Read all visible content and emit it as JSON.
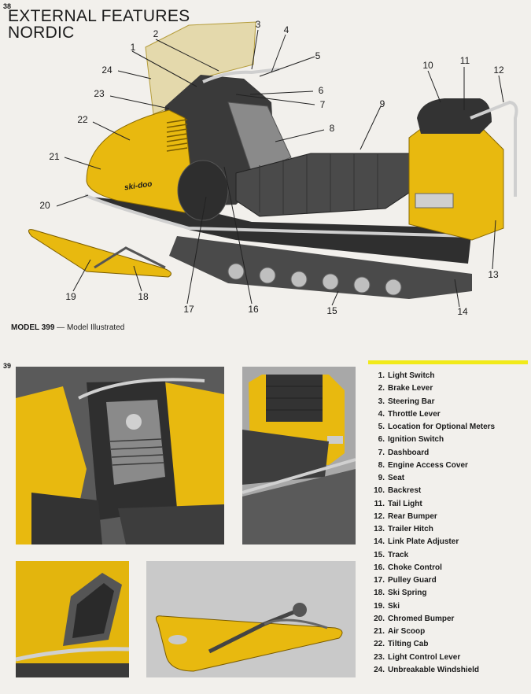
{
  "page_numbers": {
    "top": "38",
    "bottom": "39"
  },
  "title_lines": [
    "EXTERNAL FEATURES",
    "NORDIC"
  ],
  "caption": {
    "model": "MODEL 399",
    "rest": " — Model Illustrated"
  },
  "brand_logo": "ski-doo",
  "callouts": [
    "1",
    "2",
    "3",
    "4",
    "5",
    "6",
    "7",
    "8",
    "9",
    "10",
    "11",
    "12",
    "13",
    "14",
    "15",
    "16",
    "17",
    "18",
    "19",
    "20",
    "21",
    "22",
    "23",
    "24"
  ],
  "legend": [
    {
      "num": "1.",
      "label": "Light Switch"
    },
    {
      "num": "2.",
      "label": "Brake Lever"
    },
    {
      "num": "3.",
      "label": "Steering Bar"
    },
    {
      "num": "4.",
      "label": "Throttle Lever"
    },
    {
      "num": "5.",
      "label": "Location for Optional Meters"
    },
    {
      "num": "6.",
      "label": "Ignition Switch"
    },
    {
      "num": "7.",
      "label": "Dashboard"
    },
    {
      "num": "8.",
      "label": "Engine Access Cover"
    },
    {
      "num": "9.",
      "label": "Seat"
    },
    {
      "num": "10.",
      "label": "Backrest"
    },
    {
      "num": "11.",
      "label": "Tail Light"
    },
    {
      "num": "12.",
      "label": "Rear Bumper"
    },
    {
      "num": "13.",
      "label": "Trailer Hitch"
    },
    {
      "num": "14.",
      "label": "Link Plate Adjuster"
    },
    {
      "num": "15.",
      "label": "Track"
    },
    {
      "num": "16.",
      "label": "Choke Control"
    },
    {
      "num": "17.",
      "label": "Pulley Guard"
    },
    {
      "num": "18.",
      "label": "Ski Spring"
    },
    {
      "num": "19.",
      "label": "Ski"
    },
    {
      "num": "20.",
      "label": "Chromed Bumper"
    },
    {
      "num": "21.",
      "label": "Air Scoop"
    },
    {
      "num": "22.",
      "label": "Tilting Cab"
    },
    {
      "num": "23.",
      "label": "Light Control Lever"
    },
    {
      "num": "24.",
      "label": "Unbreakable Windshield"
    }
  ],
  "colors": {
    "yellow": "#e8b90f",
    "highlight_bar": "#f1ea1a",
    "dark_body": "#3a3a3a",
    "seat": "#4a4a4a"
  }
}
